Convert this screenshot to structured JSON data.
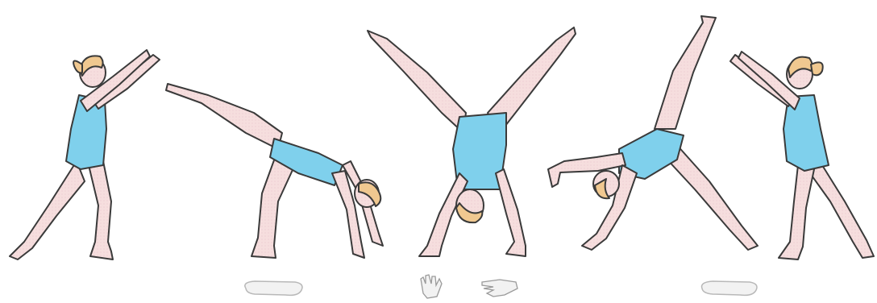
{
  "scene": {
    "colors": {
      "background": "#ffffff",
      "skin": "#f4d8d8",
      "skin_shade": "#e8c4c4",
      "leotard": "#7fd0ec",
      "leotard_shade": "#5bb8dc",
      "hair": "#f0c890",
      "outline": "#3a3a3a",
      "print": "#dcdcdc"
    },
    "figures": [
      {
        "name": "gymnast-start-pose"
      },
      {
        "name": "gymnast-hands-down"
      },
      {
        "name": "gymnast-handstand"
      },
      {
        "name": "gymnast-landing-leg"
      },
      {
        "name": "gymnast-finish-pose"
      }
    ],
    "prints": [
      {
        "name": "foot-print-icon"
      },
      {
        "name": "hand-print-icon"
      },
      {
        "name": "hand-print-icon"
      },
      {
        "name": "foot-print-icon"
      }
    ]
  }
}
